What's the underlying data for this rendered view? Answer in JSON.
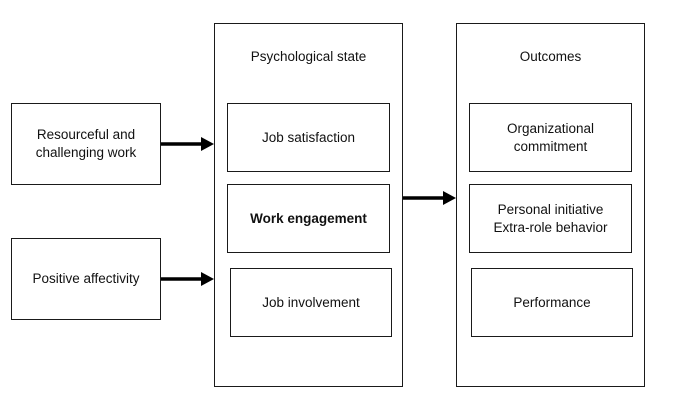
{
  "inputs": {
    "resourceful_work": "Resourceful and\nchallenging work",
    "positive_affectivity": "Positive affectivity"
  },
  "psychological_state": {
    "title": "Psychological state",
    "job_satisfaction": "Job satisfaction",
    "work_engagement": "Work engagement",
    "job_involvement": "Job involvement"
  },
  "outcomes": {
    "title": "Outcomes",
    "organizational_commitment": "Organizational\ncommitment",
    "personal_initiative": "Personal initiative\nExtra-role behavior",
    "performance": "Performance"
  },
  "colors": {
    "line": "#000000",
    "border": "#1a1a1a"
  }
}
